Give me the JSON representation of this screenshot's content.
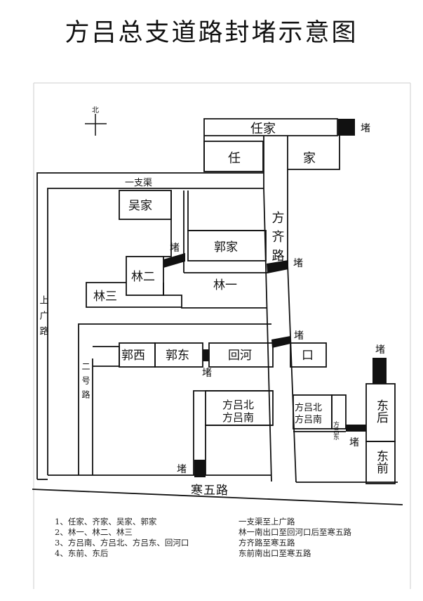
{
  "title": "方吕总支道路封堵示意图",
  "compass_north": "北",
  "roads": {
    "shang_guang": "上广路",
    "er_hao": "二号路",
    "fang_qi": "方齐路",
    "han_wu": "寒五路",
    "yi_zhi_qu": "一支渠",
    "lin_yi": "林一"
  },
  "areas": {
    "ren_left": "任",
    "ren_jia_top": "任家",
    "jia_right": "家",
    "wu_jia": "吴家",
    "guo_jia": "郭家",
    "lin_er": "林二",
    "lin_san": "林三",
    "guo_xi": "郭西",
    "guo_dong": "郭东",
    "hui_he": "回河",
    "kou": "口",
    "fanglv_bei": "方吕北",
    "fanglv_nan": "方吕南",
    "fanglv_bei2": "方吕北",
    "fanglv_nan2": "方吕南",
    "fanglv_dong": "方吕东",
    "dong_hou": "东后",
    "dong_qian": "东前"
  },
  "block_label": "堵",
  "legend": [
    {
      "left": "1、任家、齐家、吴家、郭家",
      "right": "一支渠至上广路"
    },
    {
      "left": "2、林一、林二、林三",
      "right": "林一南出口至回河口后至寒五路"
    },
    {
      "left": "3、方吕南、方吕北、方吕东、回河口",
      "right": "方齐路至寒五路"
    },
    {
      "left": "4、东前、东后",
      "right": "东前南出口至寒五路"
    }
  ]
}
